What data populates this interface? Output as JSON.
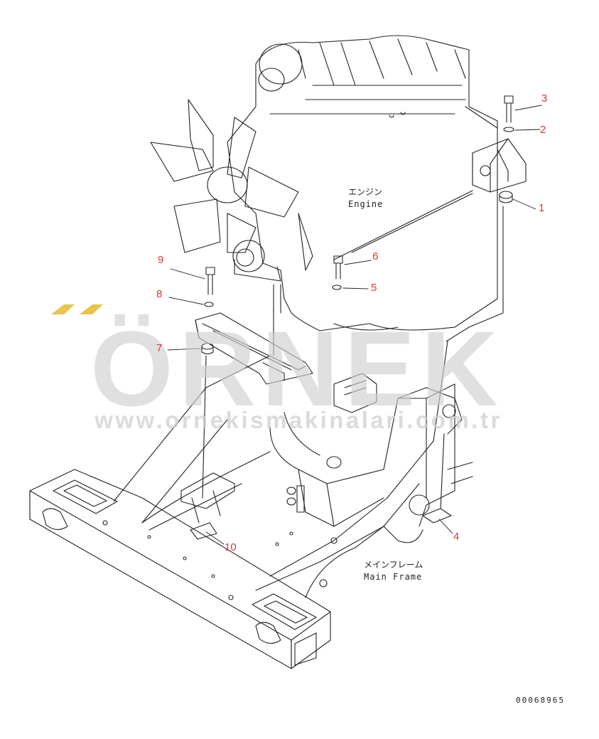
{
  "watermark": {
    "brand": "ÖRNEK",
    "url": "www.ornekismakinalari.com.tr",
    "color": "#cfcfcf",
    "accent_color": "#e8c44a"
  },
  "labels": {
    "engine_jp": "エンジン",
    "engine_en": "Engine",
    "frame_jp": "メインフレーム",
    "frame_en": "Main Frame"
  },
  "callouts": [
    "1",
    "2",
    "3",
    "4",
    "5",
    "6",
    "7",
    "8",
    "9",
    "10"
  ],
  "callout_color": "#d43a3a",
  "drawing_code": "00068965"
}
